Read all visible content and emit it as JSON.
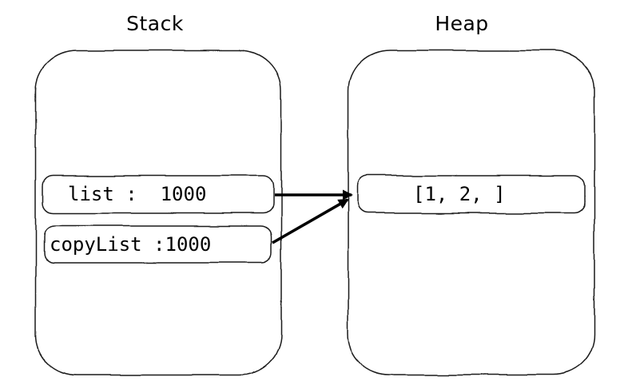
{
  "colors": {
    "stroke": "#1a1a1a",
    "arrow": "#000000",
    "background": "#ffffff"
  },
  "stack": {
    "title": "Stack",
    "variables": [
      {
        "label": "list :  1000",
        "name": "list",
        "address": "1000"
      },
      {
        "label": "copyList :1000",
        "name": "copyList",
        "address": "1000"
      }
    ]
  },
  "heap": {
    "title": "Heap",
    "objects": [
      {
        "label": "[1, 2, ]"
      }
    ]
  },
  "arrows": [
    {
      "from": "list",
      "to": "heap-object"
    },
    {
      "from": "copyList",
      "to": "heap-object"
    }
  ]
}
